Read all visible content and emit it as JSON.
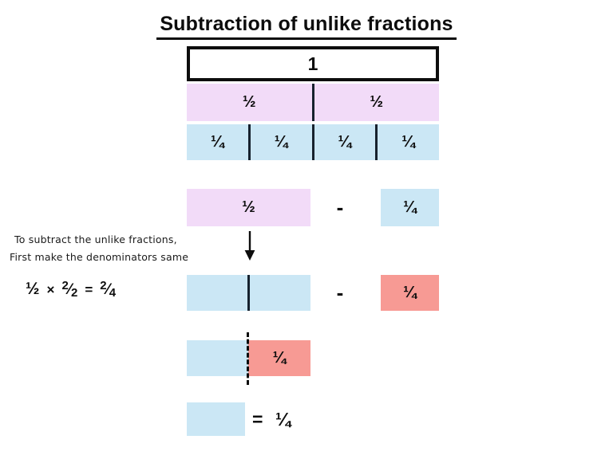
{
  "title": "Subtraction of unlike fractions",
  "colors": {
    "pink": "#f2dbf8",
    "light_blue": "#cbe7f5",
    "salmon": "#f79a94",
    "line": "#17222e",
    "text": "#0d0d0d",
    "background": "#ffffff"
  },
  "model": {
    "whole_label": "1",
    "halves": [
      "½",
      "½"
    ],
    "quarters": [
      "¼",
      "¼",
      "¼",
      "¼"
    ]
  },
  "row2": {
    "left_label": "½",
    "operator": "-",
    "right_label": "¼"
  },
  "note": {
    "line1": "To subtract the unlike fractions,",
    "line2": "First make the denominators same"
  },
  "equation": {
    "first": "½",
    "times": "×",
    "second_num": "2",
    "second_slash": "⁄",
    "second_den": "2",
    "equals": "=",
    "result_num": "2",
    "result_slash": "⁄",
    "result_den": "4"
  },
  "row3": {
    "left_label": "",
    "operator": "-",
    "right_label": "¼"
  },
  "row4": {
    "left_label": "",
    "right_label": "¼"
  },
  "row5": {
    "equals": "=",
    "result": "¼"
  },
  "icons": {
    "down_arrow": "down-arrow-icon"
  }
}
